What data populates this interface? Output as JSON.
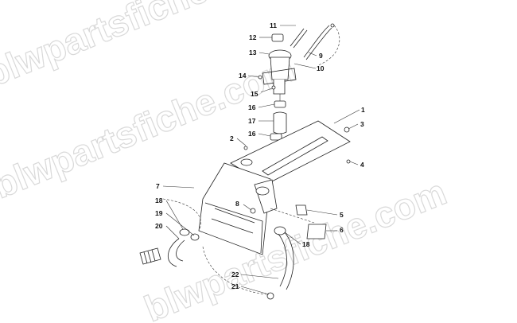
{
  "diagram": {
    "watermark_text": "blwpartsfiche.com",
    "callouts": [
      {
        "id": "c1",
        "label": "1"
      },
      {
        "id": "c2",
        "label": "2"
      },
      {
        "id": "c3",
        "label": "3"
      },
      {
        "id": "c4",
        "label": "4"
      },
      {
        "id": "c5",
        "label": "5"
      },
      {
        "id": "c6",
        "label": "6"
      },
      {
        "id": "c7",
        "label": "7"
      },
      {
        "id": "c8",
        "label": "8"
      },
      {
        "id": "c9",
        "label": "9"
      },
      {
        "id": "c10",
        "label": "10"
      },
      {
        "id": "c11",
        "label": "11"
      },
      {
        "id": "c12",
        "label": "12"
      },
      {
        "id": "c13",
        "label": "13"
      },
      {
        "id": "c14",
        "label": "14"
      },
      {
        "id": "c15",
        "label": "15"
      },
      {
        "id": "c16a",
        "label": "16"
      },
      {
        "id": "c16b",
        "label": "16"
      },
      {
        "id": "c17",
        "label": "17"
      },
      {
        "id": "c18a",
        "label": "18"
      },
      {
        "id": "c18b",
        "label": "18"
      },
      {
        "id": "c19",
        "label": "19"
      },
      {
        "id": "c20",
        "label": "20"
      },
      {
        "id": "c21",
        "label": "21"
      },
      {
        "id": "c22",
        "label": "22"
      }
    ]
  }
}
